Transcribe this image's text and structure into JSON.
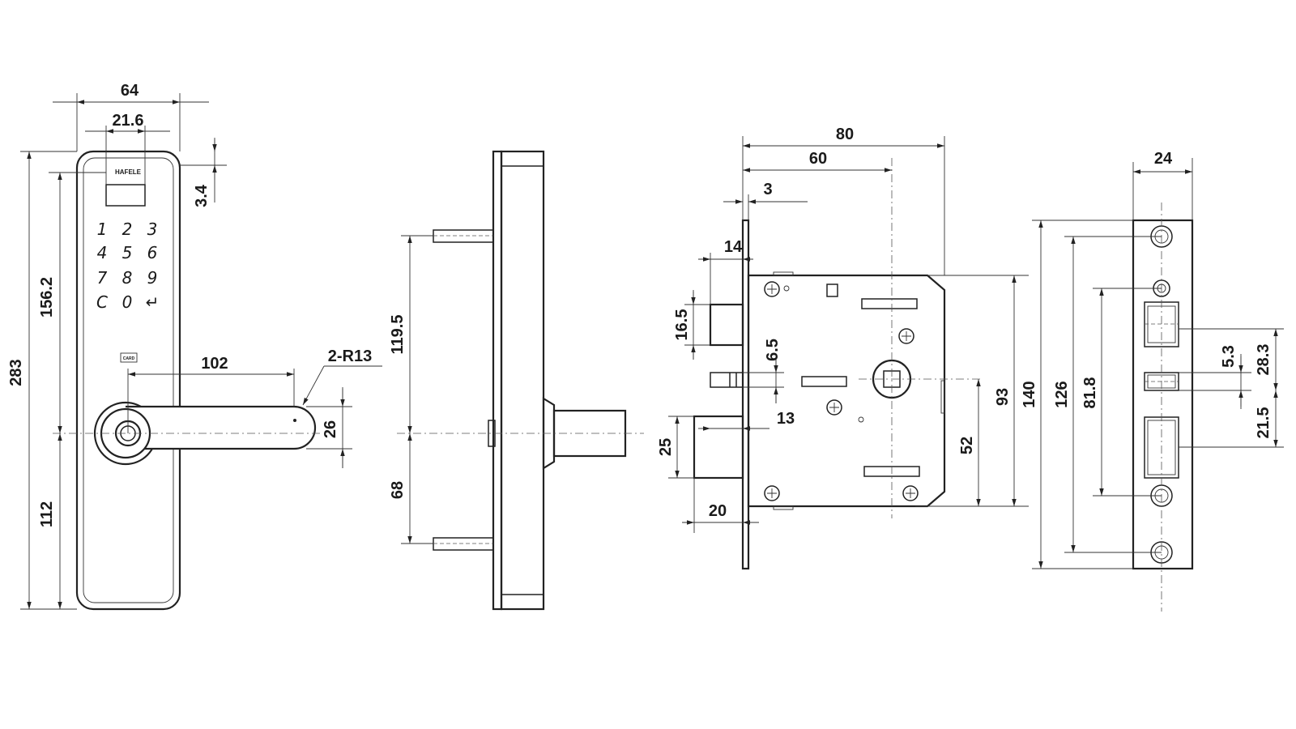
{
  "front_view": {
    "brand": "HAFELE",
    "keypad": [
      "1",
      "2",
      "3",
      "4",
      "5",
      "6",
      "7",
      "8",
      "9",
      "C",
      "0",
      "↵"
    ],
    "card_label": "CARD"
  },
  "dimensions": {
    "front_width": "64",
    "display_width": "21.6",
    "top_offset": "3.4",
    "total_height": "283",
    "upper_height": "156.2",
    "lower_height": "112",
    "handle_length": "102",
    "handle_radius": "2-R13",
    "handle_width": "26",
    "side_upper": "119.5",
    "side_lower": "68",
    "body_width": "80",
    "backset": "60",
    "faceplate_thickness": "3",
    "latch_projection": "14",
    "latch_height": "16.5",
    "trigger_height": "6.5",
    "trigger_offset": "13",
    "bolt_height": "25",
    "bolt_projection": "20",
    "spindle_height": "52",
    "body_height": "93",
    "faceplate_height": "140",
    "strike_width": "24",
    "strike_height": "140",
    "strike_hole_spacing": "126",
    "strike_inner_spacing": "81.8",
    "strike_gap": "5.3",
    "strike_upper": "28.3",
    "strike_lower": "21.5"
  }
}
